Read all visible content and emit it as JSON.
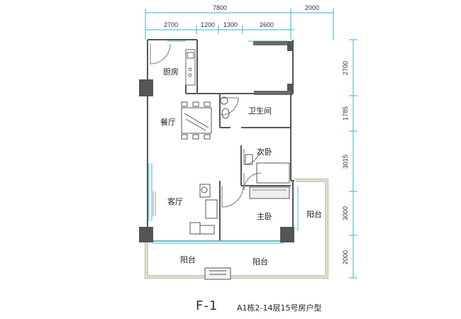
{
  "plan": {
    "code": "F-1",
    "description": "A1栋2-14层15号房户型"
  },
  "dimensions": {
    "top_overall": [
      "7800",
      "2000"
    ],
    "top_segments": [
      "2700",
      "1200",
      "1300",
      "2600"
    ],
    "right_side": [
      "2700",
      "1785",
      "3015",
      "3000",
      "2000"
    ]
  },
  "rooms": {
    "kitchen": "厨房",
    "dining": "餐厅",
    "bathroom": "卫生间",
    "second_bedroom": "次卧",
    "living": "客厅",
    "master_bedroom": "主卧",
    "balcony_right": "阳台",
    "balcony_bottom_left": "阳台",
    "balcony_bottom_right": "阳台"
  },
  "colors": {
    "wall": "#555555",
    "column": "#555555",
    "window": "#7fd3e6",
    "dim_line": "#36b3cf",
    "balcony_rail": "#c9dbb4"
  }
}
